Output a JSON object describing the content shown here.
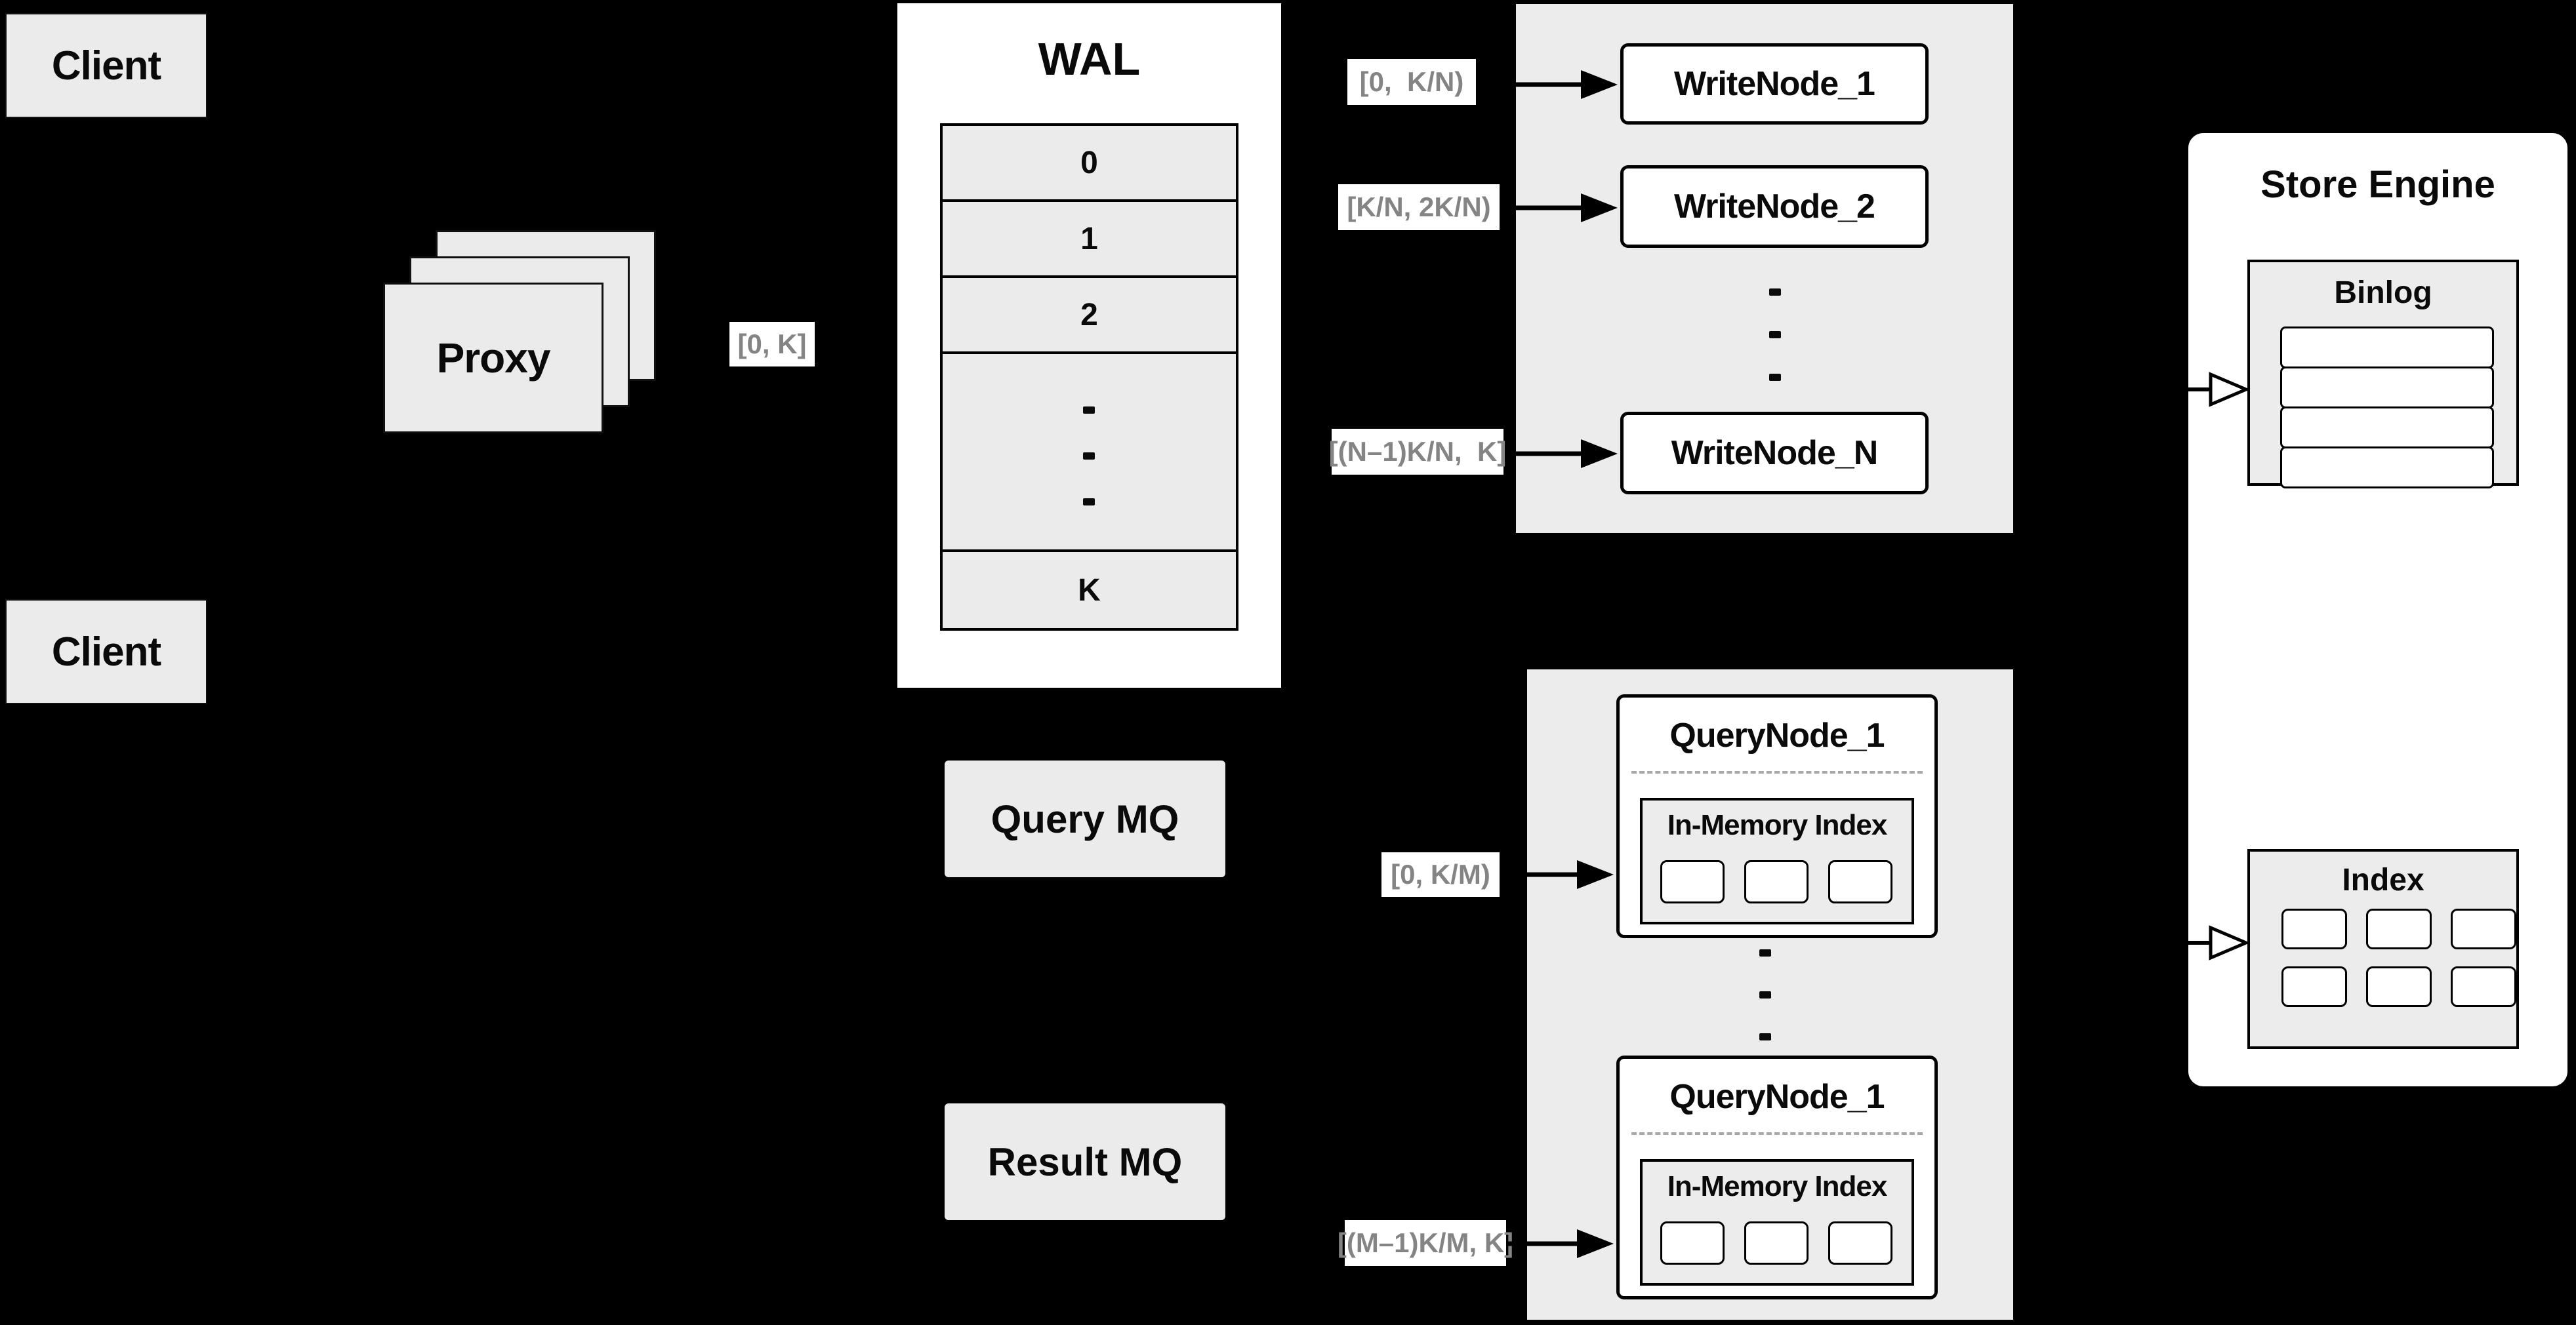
{
  "colors": {
    "background": "#000000",
    "panel_white": "#ffffff",
    "box_gray": "#ebebeb",
    "container_gray": "#ececec",
    "border_black": "#000000",
    "range_label_text": "#848484",
    "dashed_separator": "#a8a8a8"
  },
  "clients": {
    "top_label": "Client",
    "bottom_label": "Client"
  },
  "proxy": {
    "label": "Proxy",
    "range_label": "[0, K]"
  },
  "wal": {
    "title": "WAL",
    "rows": [
      "0",
      "1",
      "2",
      "K"
    ]
  },
  "write_group": {
    "ranges": [
      "[0,  K/N)",
      "[K/N, 2K/N)",
      "[(N–1)K/N,  K]"
    ],
    "nodes": [
      "WriteNode_1",
      "WriteNode_2",
      "WriteNode_N"
    ]
  },
  "mq": {
    "query_label": "Query MQ",
    "result_label": "Result MQ"
  },
  "query_group": {
    "ranges": [
      "[0, K/M)",
      "[(M–1)K/M, K]"
    ],
    "nodes": [
      {
        "title": "QueryNode_1",
        "inner_title": "In-Memory Index"
      },
      {
        "title": "QueryNode_1",
        "inner_title": "In-Memory Index"
      }
    ]
  },
  "store": {
    "title": "Store Engine",
    "binlog_title": "Binlog",
    "index_title": "Index"
  }
}
